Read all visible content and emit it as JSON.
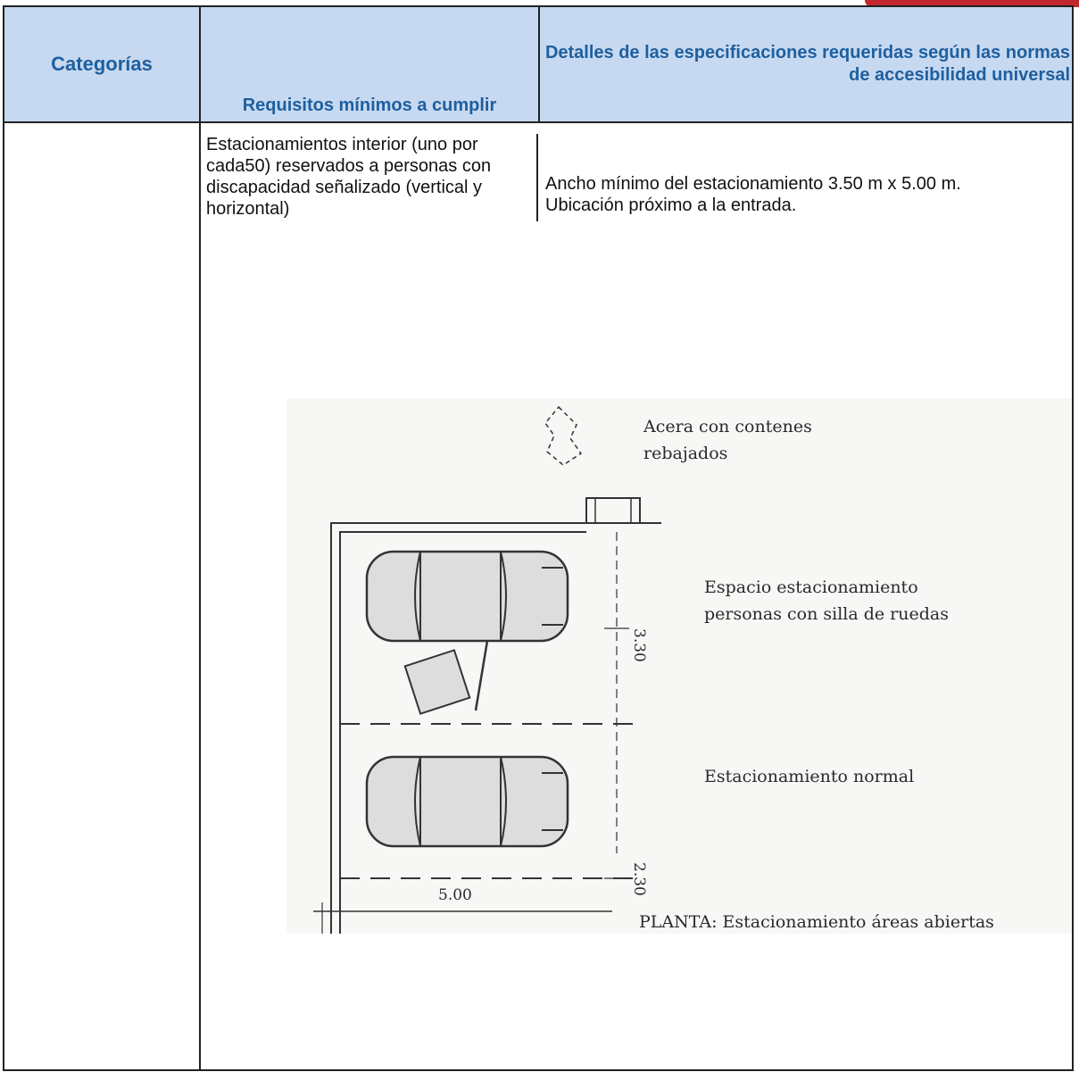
{
  "headers": {
    "categorias": "Categorías",
    "requisitos": "Requisitos mínimos a cumplir",
    "detalles": "Detalles de las especificaciones requeridas según las normas de accesibilidad universal"
  },
  "row": {
    "categoria": "",
    "requisito": "Estacionamientos interior (uno por cada50) reservados a personas con discapacidad señalizado (vertical y horizontal)",
    "detalle_line1": "Ancho mínimo del estacionamiento 3.50 m x 5.00 m.",
    "detalle_line2": "Ubicación próximo a la entrada."
  },
  "drawing": {
    "label_acera_1": "Acera con contenes",
    "label_acera_2": "rebajados",
    "label_espacio_1": "Espacio estacionamiento",
    "label_espacio_2": "personas con silla de ruedas",
    "label_normal": "Estacionamiento normal",
    "label_planta": "PLANTA: Estacionamiento áreas abiertas",
    "dim_330": "3.30",
    "dim_230": "2.30",
    "dim_500": "5.00"
  }
}
